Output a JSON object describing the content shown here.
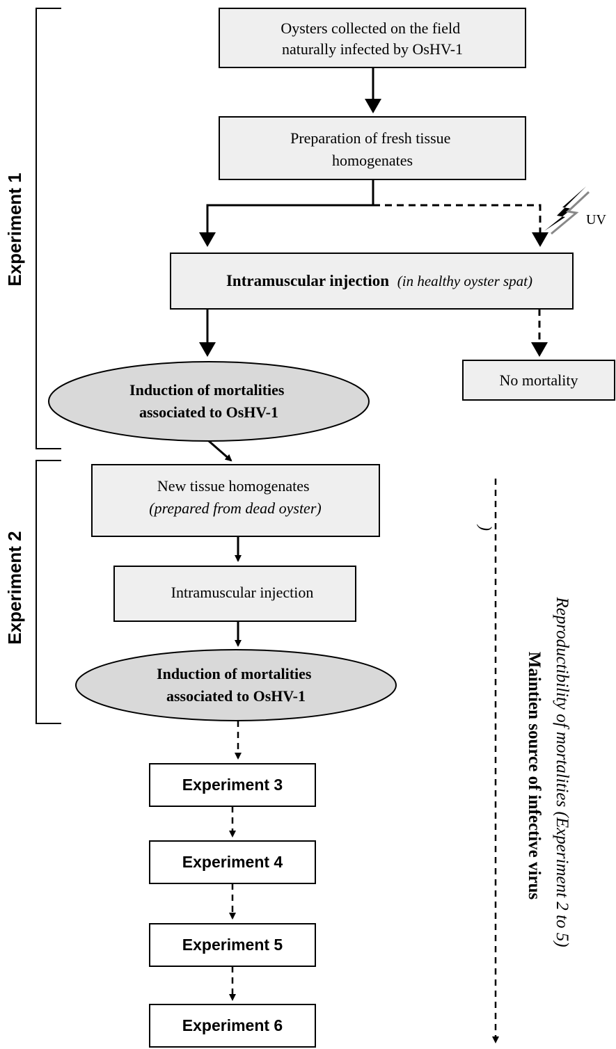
{
  "brackets": {
    "experiment1": "Experiment 1",
    "experiment2": "Experiment 2"
  },
  "nodes": {
    "oysters_collected": [
      "Oysters collected on the field",
      "naturally infected by OsHV-1"
    ],
    "preparation": [
      "Preparation of fresh tissue",
      "homogenates"
    ],
    "injection_bold": "Intramuscular injection",
    "injection_italic": "(in healthy oyster spat)",
    "uv_label": "UV",
    "no_mortality": "No mortality",
    "induction_1": [
      "Induction of mortalities",
      "associated to OsHV-1"
    ],
    "new_homogenates": [
      "New tissue homogenates",
      "(prepared from dead oyster)"
    ],
    "injection_2": "Intramuscular injection",
    "induction_2": [
      "Induction of mortalities",
      "associated to OsHV-1"
    ],
    "experiment3": "Experiment 3",
    "experiment4": "Experiment 4",
    "experiment5": "Experiment 5",
    "experiment6": "Experiment 6"
  },
  "side_notes": {
    "reproducibility": "Reproductibility of mortalities (Experiment 2 to 5)",
    "paren": ")",
    "maintien": "Maintien source of infective virus"
  },
  "colors": {
    "box_fill": "#efefef",
    "ellipse_fill": "#d9d9d9",
    "stroke": "#000000"
  }
}
